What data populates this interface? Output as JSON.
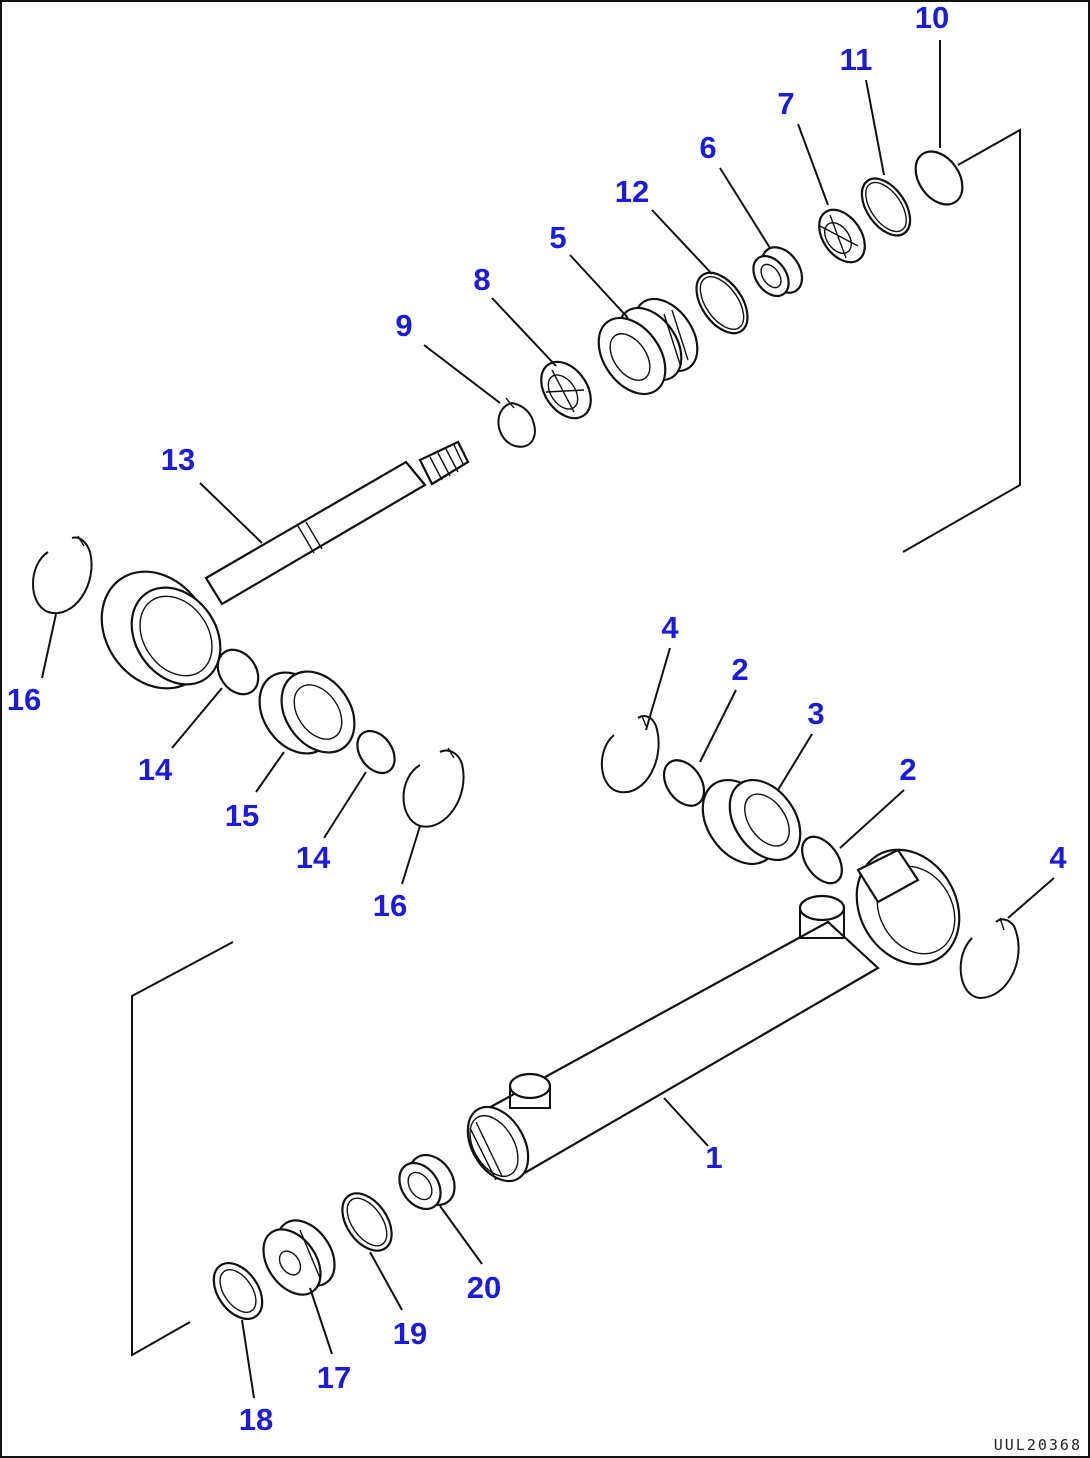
{
  "diagram": {
    "callouts": {
      "p1": "1",
      "p2a": "2",
      "p2b": "2",
      "p3": "3",
      "p4a": "4",
      "p4b": "4",
      "p5": "5",
      "p6": "6",
      "p7": "7",
      "p8": "8",
      "p9": "9",
      "p10": "10",
      "p11": "11",
      "p12": "12",
      "p13": "13",
      "p14a": "14",
      "p14b": "14",
      "p15": "15",
      "p16a": "16",
      "p16b": "16",
      "p17": "17",
      "p18": "18",
      "p19": "19",
      "p20": "20"
    },
    "reference_code": "UUL20368",
    "colors": {
      "callout": "#1c1cd6",
      "lines": "#111111",
      "background": "#ffffff"
    }
  }
}
